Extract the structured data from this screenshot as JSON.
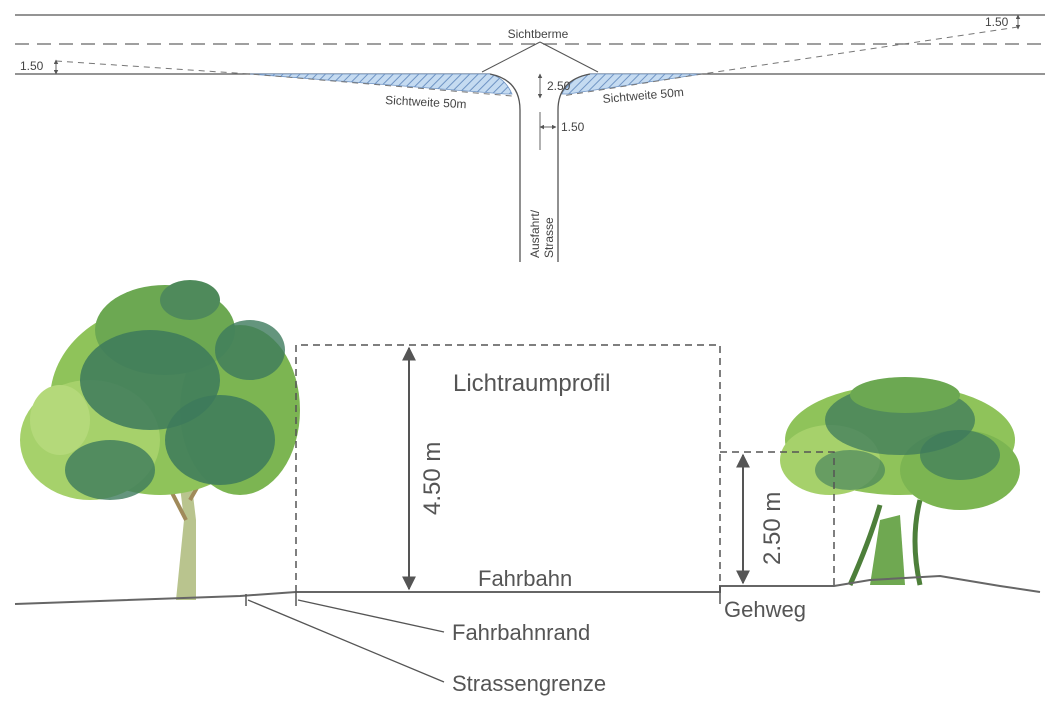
{
  "plan_view": {
    "sichtberme": "Sichtberme",
    "sichtweite_left": "Sichtweite 50m",
    "sichtweite_right": "Sichtweite 50m",
    "dim_150_left": "1.50",
    "dim_150_right": "1.50",
    "dim_250": "2.50",
    "dim_150_bottom": "1.50",
    "road_label_line1": "Ausfahrt/",
    "road_label_line2": "Strasse"
  },
  "section_view": {
    "lichtraumprofil": "Lichtraumprofil",
    "height_road": "4.50 m",
    "height_walkway": "2.50 m",
    "fahrbahn": "Fahrbahn",
    "gehweg": "Gehweg",
    "fahrbahnrand": "Fahrbahnrand",
    "strassengrenze": "Strassengrenze"
  },
  "colors": {
    "hatch_fill": "#b9d3ee",
    "hatch_stroke": "#6f94c4",
    "line": "#444444",
    "tree_dark": "#3d7a5c",
    "tree_light": "#8fc35a"
  }
}
